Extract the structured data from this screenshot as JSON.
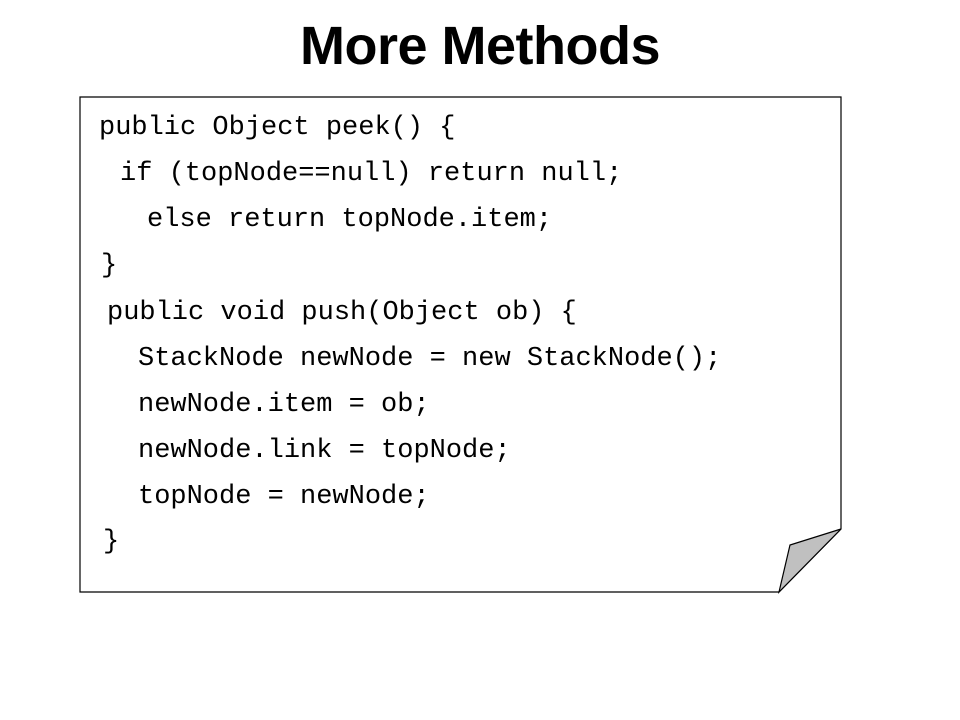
{
  "slide": {
    "title": "More Methods"
  },
  "code": {
    "lines": [
      "public Object peek() {",
      "if (topNode==null) return null;",
      "else return topNode.item;",
      "}",
      "public void push(Object ob) {",
      "StackNode newNode = new StackNode();",
      "newNode.item = ob;",
      "newNode.link = topNode;",
      "topNode = newNode;",
      "}"
    ]
  },
  "colors": {
    "page_background": "#ffffff",
    "note_fill": "#ffffff",
    "note_border": "#000000",
    "folded_corner": "#c0c0c0",
    "text": "#000000"
  },
  "icons": {
    "note": "dog-eared-page-icon"
  }
}
